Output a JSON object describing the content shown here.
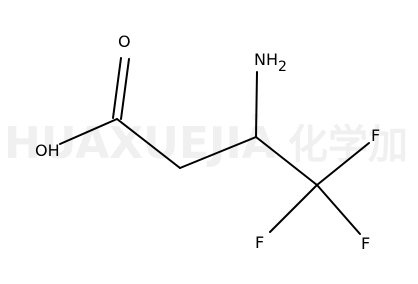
{
  "watermark": {
    "text": "HUAXUEJIA",
    "registered": "®",
    "cn": "化学加"
  },
  "atoms": {
    "o_top": "O",
    "oh": "OH",
    "nh": "NH",
    "nh_sub": "2",
    "f_right": "F",
    "f_bottom_left": "F",
    "f_bottom_right": "F"
  }
}
